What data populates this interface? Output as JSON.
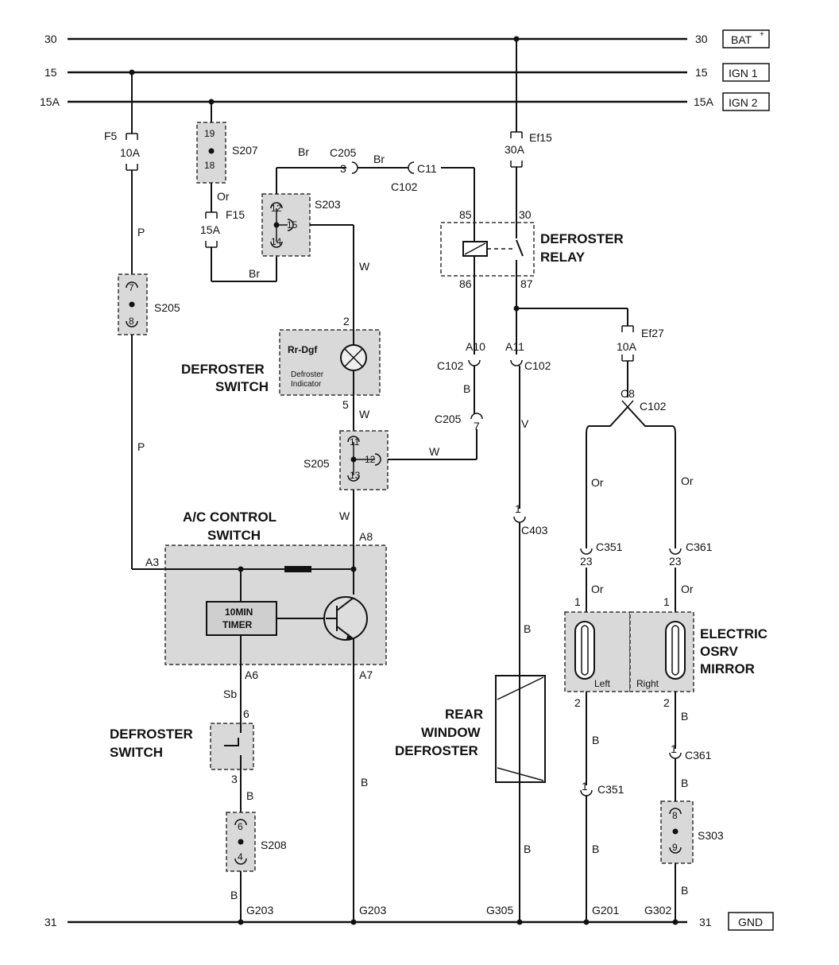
{
  "buses": {
    "b30": {
      "left": "30",
      "right": "30",
      "tag": "BAT"
    },
    "b15": {
      "left": "15",
      "right": "15",
      "tag": "IGN 1"
    },
    "b15a": {
      "left": "15A",
      "right": "15A",
      "tag": "IGN 2"
    },
    "b31": {
      "left": "31",
      "right": "31",
      "tag": "GND"
    }
  },
  "fuses": {
    "f5": {
      "name": "F5",
      "rating": "10A"
    },
    "f15": {
      "name": "F15",
      "rating": "15A"
    },
    "ef15": {
      "name": "Ef15",
      "rating": "30A"
    },
    "ef27": {
      "name": "Ef27",
      "rating": "10A"
    }
  },
  "splices": {
    "s207": {
      "name": "S207",
      "pin_top": "19",
      "pin_bottom": "18"
    },
    "s203": {
      "name": "S203",
      "pin_top": "12",
      "pin_mid": "15",
      "pin_bottom": "14"
    },
    "s205a": {
      "name": "S205",
      "pin_top": "7",
      "pin_bottom": "8"
    },
    "s205b": {
      "name": "S205",
      "pin_top": "11",
      "pin_mid": "12",
      "pin_bottom": "13"
    },
    "s208": {
      "name": "S208",
      "pin_top": "6",
      "pin_bottom": "4"
    },
    "s303": {
      "name": "S303",
      "pin_top": "8",
      "pin_bottom": "9"
    }
  },
  "connectors": {
    "c205_top": {
      "name": "C205",
      "pin": "3"
    },
    "c11": {
      "name": "C11"
    },
    "c102_top": {
      "name": "C102"
    },
    "a10": {
      "name": "A10",
      "conn": "C102"
    },
    "a11": {
      "name": "A11",
      "conn": "C102"
    },
    "c205_mid": {
      "name": "C205",
      "pin": "7"
    },
    "c8": {
      "name": "C8",
      "conn": "C102"
    },
    "c403": {
      "name": "C403",
      "pin": "1"
    },
    "c351a": {
      "name": "C351",
      "pin": "23"
    },
    "c361a": {
      "name": "C361",
      "pin": "23"
    },
    "c351b": {
      "name": "C351",
      "pin": "1"
    },
    "c361b": {
      "name": "C361",
      "pin": "1"
    }
  },
  "wires": {
    "p1": "P",
    "p2": "P",
    "or1": "Or",
    "br1": "Br",
    "br2": "Br",
    "br3": "Br",
    "w1": "W",
    "w2": "W",
    "w3": "W",
    "w4": "W",
    "v1": "V",
    "sb": "Sb",
    "b1": "B",
    "b2": "B",
    "b3": "B",
    "b4": "B",
    "b5": "B",
    "b6": "B",
    "b7": "B",
    "b8": "B",
    "b9": "B",
    "b10": "B",
    "b11": "B",
    "or2": "Or",
    "or3": "Or",
    "or4": "Or",
    "or5": "Or"
  },
  "relay": {
    "line1": "DEFROSTER",
    "line2": "RELAY",
    "pin85": "85",
    "pin86": "86",
    "pin30": "30",
    "pin87": "87"
  },
  "defroster_switch_upper": {
    "line1": "DEFROSTER",
    "line2": "SWITCH",
    "pin2": "2",
    "pin5": "5",
    "inner_top": "Rr-Dgf",
    "inner_l1": "Defroster",
    "inner_l2": "Indicator"
  },
  "ac_switch": {
    "line1": "A/C CONTROL",
    "line2": "SWITCH",
    "a3": "A3",
    "a8": "A8",
    "a6": "A6",
    "a7": "A7",
    "timer_l1": "10MIN",
    "timer_l2": "TIMER"
  },
  "defroster_switch_lower": {
    "line1": "DEFROSTER",
    "line2": "SWITCH",
    "pin6": "6",
    "pin3": "3"
  },
  "rear_defroster": {
    "line1": "REAR",
    "line2": "WINDOW",
    "line3": "DEFROSTER"
  },
  "mirror": {
    "line1": "ELECTRIC",
    "line2": "OSRV",
    "line3": "MIRROR",
    "left": "Left",
    "right": "Right",
    "pin1a": "1",
    "pin2a": "2",
    "pin1b": "1",
    "pin2b": "2"
  },
  "grounds": {
    "g203a": "G203",
    "g203b": "G203",
    "g305": "G305",
    "g201": "G201",
    "g302": "G302"
  }
}
